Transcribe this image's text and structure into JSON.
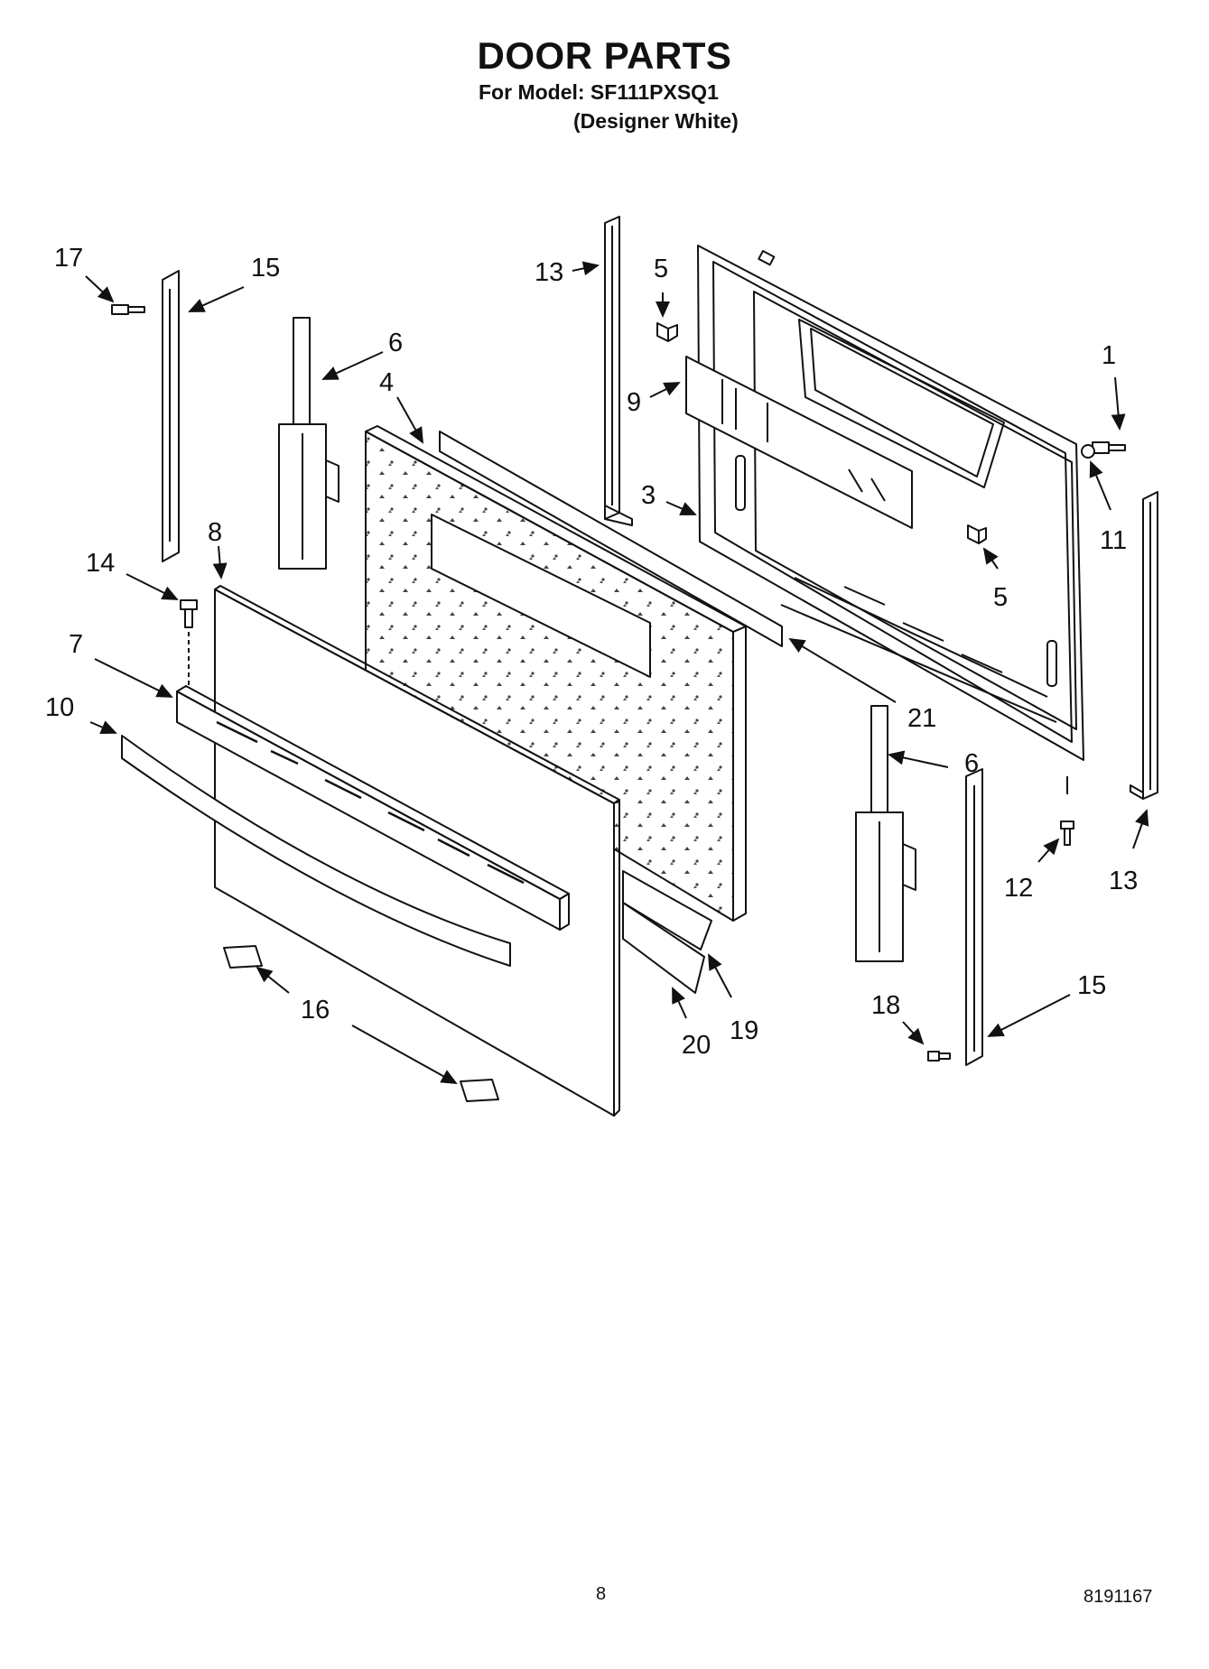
{
  "header": {
    "title": "DOOR PARTS",
    "model_line": "For Model: SF111PXSQ1",
    "variant_line": "(Designer White)"
  },
  "callouts": {
    "c1": "1",
    "c3": "3",
    "c4": "4",
    "c5a": "5",
    "c5b": "5",
    "c6a": "6",
    "c6b": "6",
    "c7": "7",
    "c8": "8",
    "c9": "9",
    "c10": "10",
    "c11": "11",
    "c12": "12",
    "c13a": "13",
    "c13b": "13",
    "c14": "14",
    "c15a": "15",
    "c15b": "15",
    "c16": "16",
    "c17": "17",
    "c18": "18",
    "c19": "19",
    "c20": "20",
    "c21": "21"
  },
  "footer": {
    "page_number": "8",
    "document_number": "8191167"
  }
}
